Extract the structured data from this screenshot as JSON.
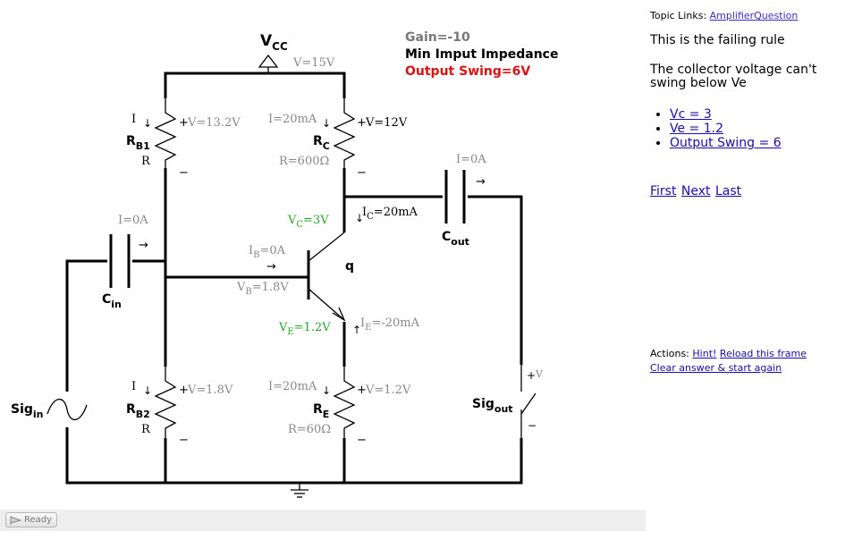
{
  "circuit": {
    "gain": "Gain=-10",
    "min_impedance": "Min Imput Impedance",
    "output_swing": "Output Swing=6V",
    "vcc": {
      "main": "V",
      "sub": "CC",
      "voltage": "V=15V"
    },
    "rb1": {
      "current": "I",
      "main": "R",
      "sub": "B1",
      "r": "R",
      "plus": "+",
      "voltage": "V=13.2V",
      "minus": "−"
    },
    "rc": {
      "current": "I=20mA",
      "main": "R",
      "sub": "C",
      "resistance": "R=600Ω",
      "plus": "+",
      "voltage": "V=12V",
      "minus": "−"
    },
    "rb2": {
      "current": "I",
      "main": "R",
      "sub": "B2",
      "r": "R",
      "plus": "+",
      "voltage": "V=1.8V",
      "minus": "−"
    },
    "re": {
      "current": "I=20mA",
      "main": "R",
      "sub": "E",
      "resistance": "R=60Ω",
      "plus": "+",
      "voltage": "V=1.2V",
      "minus": "−"
    },
    "cin": {
      "current": "I=0A",
      "main": "C",
      "sub": "in"
    },
    "cout": {
      "current": "I=0A",
      "main": "C",
      "sub": "out"
    },
    "transistor": {
      "label": "q",
      "vc": {
        "main": "V",
        "sub": "C",
        "rest": "=3V"
      },
      "ic": {
        "main": "I",
        "sub": "C",
        "rest": "=20mA"
      },
      "ib": {
        "main": "I",
        "sub": "B",
        "rest": "=0A"
      },
      "vb": {
        "main": "V",
        "sub": "B",
        "rest": "=1.8V"
      },
      "ve": {
        "main": "V",
        "sub": "E",
        "rest": "=1.2V"
      },
      "ie": {
        "main": "I",
        "sub": "E",
        "rest": "=-20mA"
      }
    },
    "sig_in": {
      "main": "Sig",
      "sub": "in"
    },
    "sig_out": {
      "main": "Sig",
      "sub": "out",
      "plus": "+",
      "v": "V",
      "minus": "−"
    },
    "arrow_down": "↓",
    "arrow_up": "↑",
    "arrow_right": "→"
  },
  "status": {
    "ready": "Ready"
  },
  "panel": {
    "topic_prefix": "Topic Links: ",
    "topic_link": "AmplifierQuestion",
    "failing_rule": "This is the failing rule",
    "explanation": "The collector voltage can't swing below Ve",
    "values": [
      "Vc = 3",
      "Ve = 1.2",
      "Output Swing = 6"
    ],
    "nav": {
      "first": "First",
      "next": "Next",
      "last": "Last"
    },
    "actions_prefix": "Actions: ",
    "hint": "Hint!",
    "reload": "Reload this frame",
    "clear": "Clear answer & start again"
  },
  "colors": {
    "gray": "#888888",
    "green": "#22aa22",
    "red": "#dd1111",
    "link": "#1a0dab"
  }
}
